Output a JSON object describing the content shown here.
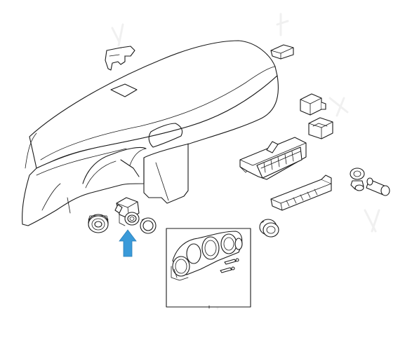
{
  "colors": {
    "line": "#1a1a1a",
    "background": "#ffffff",
    "highlight_arrow": "#3a9ad9"
  },
  "highlighted_part": "ignition-switch",
  "parts": [
    {
      "name": "instrument-panel"
    },
    {
      "name": "panel-bracket-left"
    },
    {
      "name": "panel-clip-right"
    },
    {
      "name": "hazard-switch"
    },
    {
      "name": "mode-switch"
    },
    {
      "name": "climate-control-unit"
    },
    {
      "name": "switch-panel"
    },
    {
      "name": "power-outlet"
    },
    {
      "name": "cigarette-lighter"
    },
    {
      "name": "headlamp-switch-knob"
    },
    {
      "name": "ignition-switch"
    },
    {
      "name": "ignition-bezel-ring"
    },
    {
      "name": "start-button"
    },
    {
      "name": "instrument-cluster-inset"
    }
  ]
}
